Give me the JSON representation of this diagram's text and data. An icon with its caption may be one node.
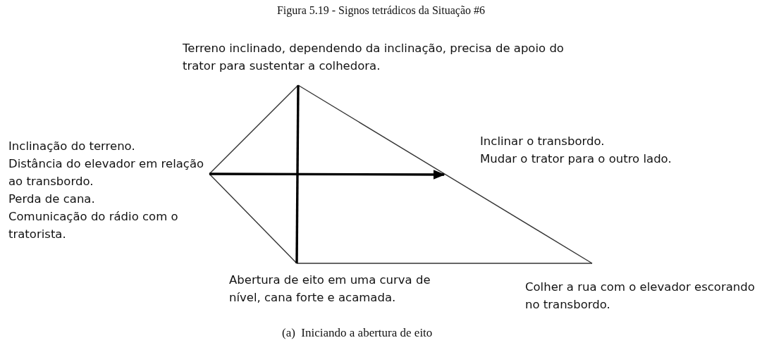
{
  "diagram": {
    "title": "Figura 5.19 - Signos tetrádicos da Situação #6",
    "caption": "(a)  Iniciando a abertura de eito",
    "nodes": [
      {
        "text": [
          "Terreno inclinado, dependendo da inclinação, precisa de apoio do trator para sustentar a colhedora."
        ]
      },
      {
        "text": [
          "Inclinação do terreno.",
          "Distância do elevador em relação ao transbordo.",
          "Perda de cana.",
          "Comunicação do rádio com o tratorista."
        ]
      },
      {
        "text": [
          "Inclinar o transbordo.",
          "Mudar o trator para o outro lado."
        ]
      },
      {
        "text": [
          "Abertura de eito em uma curva de nível, cana forte e acamada."
        ]
      },
      {
        "text": [
          "Colher a rua com o elevador escorando no transbordo."
        ]
      }
    ],
    "edges": [
      {
        "from": 0,
        "to": 1,
        "arrow": "none"
      },
      {
        "from": 1,
        "to": 3,
        "arrow": "none"
      },
      {
        "from": 3,
        "to": 4,
        "arrow": "none"
      },
      {
        "from": 0,
        "to": 4,
        "arrow": "none"
      },
      {
        "from": 0,
        "to": 3,
        "arrow": "none",
        "style": "thick"
      },
      {
        "from": 1,
        "to": 2,
        "arrow": "to",
        "style": "thick"
      }
    ]
  }
}
